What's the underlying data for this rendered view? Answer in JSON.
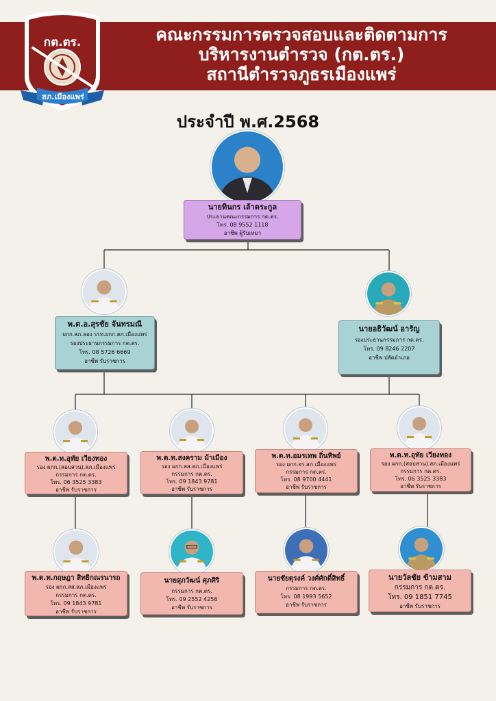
{
  "header": {
    "title_lines": [
      "คณะกรรมการตรวจสอบและติดตามการ",
      "บริหารงานตำรวจ (กต.ตร.)",
      "สถานีตำรวจภูธรเมืองแพร่"
    ],
    "emblem_text": "กต.ตร.",
    "ribbon_text": "สภ.เมืองแพร่",
    "year": "ประจำปี พ.ศ.2568"
  },
  "colors": {
    "banner": "#8e1f1c",
    "chair_card": "#d6a7e8",
    "vice_card": "#a9d2d4",
    "member_card": "#f2b7ae"
  },
  "chair": {
    "name": "นายทินกร เล้าตระกูล",
    "lines": [
      "ประธานคณะกรรมการ กต.ตร.",
      "โทร. 08 9552 1118",
      "อาชีพ ผู้รับเหมา"
    ]
  },
  "vice_left": {
    "name": "พ.ต.อ.สุรชัย จันทรมณี",
    "lines": [
      "ผกก.สภ.ลอง รรท.ผกก.สภ.เมืองแพร่",
      "รองประธานกรรมการ กต.ตร.",
      "โทร. 08 5726 6669",
      "อาชีพ รับราชการ"
    ]
  },
  "vice_right": {
    "name": "นายอธิวัฒน์ อารัญ",
    "lines": [
      "รองประธานกรรมการ กต.ตร.",
      "โทร. 09 8246 2207",
      "อาชีพ ปลัดอำเภอ"
    ]
  },
  "row1": [
    {
      "name": "พ.ต.ท.อุทัย เวียงทอง",
      "lines": [
        "รอง ผกก.(สอบสวน).สภ.เมืองแพร่",
        "กรรมการ กต.ตร.",
        "โทร. 06 3525 3383",
        "อาชีพ รับราชการ"
      ]
    },
    {
      "name": "พ.ต.ท.สงคราม ม้าเมือง",
      "lines": [
        "รอง ผกก.สส.สภ.เมืองแพร่",
        "กรรมการ กต.ตร.",
        "โทร. 09 1843 9781",
        "อาชีพ รับราชการ"
      ]
    },
    {
      "name": "พ.ต.ท.อมรเทพ  ถิ่นทิพย์",
      "lines": [
        "รอง ผกก.จร.สภ.เมืองแพร่",
        "กรรมการ กต.ตร.",
        "โทร. 08 9700 4441",
        "อาชีพ รับราชการ"
      ]
    },
    {
      "name": "พ.ต.ท.อุทัย เวียงทอง",
      "lines": [
        "รอง ผกก.(สอบสวน).สภ.เมืองแพร่",
        "กรรมการ กต.ตร.",
        "โทร. 06 3525 3383",
        "อาชีพ รับราชการ"
      ]
    }
  ],
  "row2": [
    {
      "name": "พ.ต.ท.กฤษฎา สิทธิกณรนารถ",
      "lines": [
        "รอง ผกก.สส.สภ.เมืองแพร่",
        "กรรมการ กต.ตร.",
        "โทร. 09 1843 9781",
        "อาชีพ รับราชการ"
      ]
    },
    {
      "name": "นายสุภวัฒน์ ศุภศิริ",
      "lines": [
        "กรรมการ กต.ตร.",
        "โทร. 09 2552 4256",
        "อาชีพ รับราชการ"
      ]
    },
    {
      "name": "นายชัยตุรงค์ วงศ์ศักดิ์สิทธิ์",
      "lines": [
        "กรรมการ กต.ตร.",
        "โทร. 08 1993 5652",
        "อาชีพ รับราชการ"
      ]
    },
    {
      "name": "นายวัลชัย ข้ามสาม",
      "lines": [
        "กรรมการ กต.ตร.",
        "โทร. 09 1851 7745",
        "อาชีพ รับราชการ"
      ]
    }
  ]
}
